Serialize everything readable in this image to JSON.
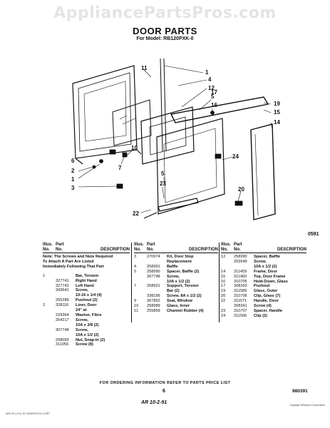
{
  "watermark": "AppliancePartsPros.com",
  "title": "DOOR PARTS",
  "subtitle": "For Model: RB120PXK-0",
  "diagram_code": "0591",
  "callouts": [
    "1",
    "11",
    "4",
    "12",
    "5",
    "16",
    "17",
    "19",
    "15",
    "14",
    "24",
    "20",
    "10",
    "7",
    "6",
    "2",
    "1",
    "3",
    "5",
    "23",
    "22"
  ],
  "table_header": {
    "illus": "Illus.",
    "no": "No.",
    "part": "Part",
    "part_no": "No.",
    "desc": "DESCRIPTION"
  },
  "note": "Note: The Screws and Nuts Required To Attach A Part Are Listed Immediately Following That Part",
  "col1": [
    {
      "illus": "1",
      "part": "",
      "desc": "Bar, Torsion"
    },
    {
      "illus": "",
      "part": "327741",
      "desc": "Right Hand"
    },
    {
      "illus": "",
      "part": "327742",
      "desc": "Left Hand"
    },
    {
      "illus": "",
      "part": "343641",
      "desc": "Screw,"
    },
    {
      "illus": "",
      "part": "",
      "desc": "10-16 x 1/4 (4)"
    },
    {
      "illus": "",
      "part": "255289",
      "desc": "Pushnut (2)"
    },
    {
      "illus": "2",
      "part": "328116",
      "desc": "Liner, Door"
    },
    {
      "illus": "",
      "part": "",
      "desc": "24\" at"
    },
    {
      "illus": "",
      "part": "229364",
      "desc": "Washer, Fibre"
    },
    {
      "illus": "",
      "part": "254217",
      "desc": "Screw,"
    },
    {
      "illus": "",
      "part": "",
      "desc": "10A x 3/8 (2)"
    },
    {
      "illus": "",
      "part": "307748",
      "desc": "Screw,"
    },
    {
      "illus": "",
      "part": "",
      "desc": "10A x 1/2 (2)"
    },
    {
      "illus": "",
      "part": "258093",
      "desc": "Nut, Snap-In (2)"
    },
    {
      "illus": "",
      "part": "311056",
      "desc": "Screw (8)"
    }
  ],
  "col2": [
    {
      "illus": "3",
      "part": "270974",
      "desc": "Kit, Door Stop"
    },
    {
      "illus": "",
      "part": "",
      "desc": "Replacement"
    },
    {
      "illus": "4",
      "part": "258991",
      "desc": "Baffle"
    },
    {
      "illus": "5",
      "part": "258990",
      "desc": "Spacer, Baffle (2)"
    },
    {
      "illus": "",
      "part": "307748",
      "desc": "Screw,"
    },
    {
      "illus": "",
      "part": "",
      "desc": "10A x 1/2 (2)"
    },
    {
      "illus": "7",
      "part": "258921",
      "desc": "Support, Torsion"
    },
    {
      "illus": "",
      "part": "",
      "desc": "Bar (2)"
    },
    {
      "illus": "",
      "part": "338156",
      "desc": "Screw, 8A x 1/2 (2)"
    },
    {
      "illus": "9",
      "part": "307852",
      "desc": "Seal, Window"
    },
    {
      "illus": "10",
      "part": "258989",
      "desc": "Glass, Inner"
    },
    {
      "illus": "11",
      "part": "255859",
      "desc": "Channel Rubber (4)"
    }
  ],
  "col3": [
    {
      "illus": "12",
      "part": "258990",
      "desc": "Spacer, Baffle"
    },
    {
      "illus": "",
      "part": "253549",
      "desc": "Screw,"
    },
    {
      "illus": "",
      "part": "",
      "desc": "10A x 1/2 (2)"
    },
    {
      "illus": "14",
      "part": "311459",
      "desc": "Frame, Door"
    },
    {
      "illus": "15",
      "part": "311460",
      "desc": "Top, Door Frame"
    },
    {
      "illus": "16",
      "part": "310705",
      "desc": "Hold-Down, Glass"
    },
    {
      "illus": "17",
      "part": "308393",
      "desc": "Pushout"
    },
    {
      "illus": "19",
      "part": "311589",
      "desc": "Glass, Outer"
    },
    {
      "illus": "20",
      "part": "310706",
      "desc": "Clip, Glass (7)"
    },
    {
      "illus": "22",
      "part": "311571",
      "desc": "Handle, Door"
    },
    {
      "illus": "",
      "part": "308341",
      "desc": "Screw (4)"
    },
    {
      "illus": "23",
      "part": "310707",
      "desc": "Spacer, Handle"
    },
    {
      "illus": "24",
      "part": "311506",
      "desc": "Clip (2)"
    }
  ],
  "footer": "FOR ORDERING INFORMATION REFER TO PARTS PRICE LIST",
  "page_number": "6",
  "doc_number": "980391",
  "handwritten": "AR 10-2-91",
  "small_left": "MFD IN U.S.A. BY WHIRLPOOL CORP.",
  "small_right": "Copyright Whirlpool Corporation"
}
